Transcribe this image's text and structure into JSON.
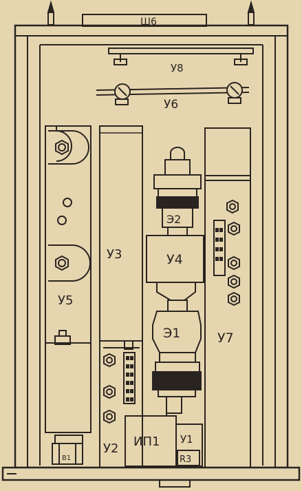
{
  "labels": {
    "top_connector": "Ш6",
    "u8": "У8",
    "u6": "У6",
    "u5": "У5",
    "u3": "У3",
    "u4": "У4",
    "e2": "Э2",
    "e1": "Э1",
    "u7": "У7",
    "u2": "У2",
    "ip1": "ИП1",
    "u1": "У1",
    "r3": "R3",
    "b1": "В1"
  },
  "colors": {
    "paper": "#e6d6b0",
    "ink": "#2a2420",
    "shade": "#cdbb93"
  }
}
